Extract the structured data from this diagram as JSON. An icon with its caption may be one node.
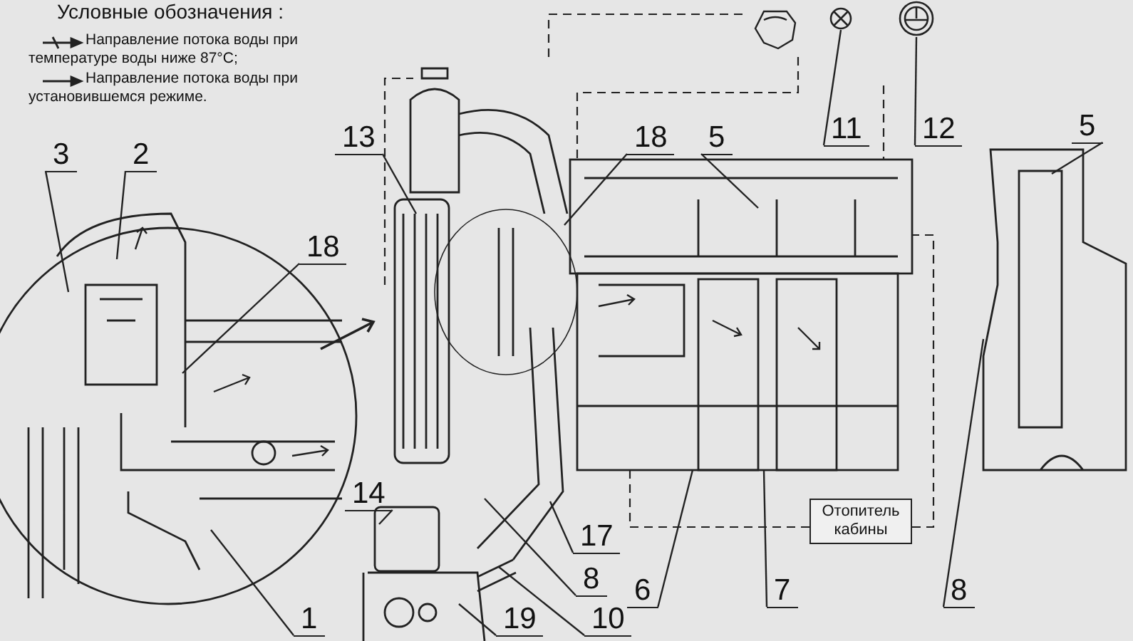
{
  "diagram": {
    "title": "Условные обозначения :",
    "nodes": [
      {
        "text": [
          "3"
        ]
      },
      {
        "text": [
          "2"
        ]
      },
      {
        "text": [
          "18"
        ]
      },
      {
        "text": [
          "13"
        ]
      },
      {
        "text": [
          "18"
        ]
      },
      {
        "text": [
          "5"
        ]
      },
      {
        "text": [
          "11"
        ]
      },
      {
        "text": [
          "12"
        ]
      },
      {
        "text": [
          "5"
        ]
      },
      {
        "text": [
          "14"
        ]
      },
      {
        "text": [
          "17"
        ]
      },
      {
        "text": [
          "8"
        ]
      },
      {
        "text": [
          "6"
        ]
      },
      {
        "text": [
          "7"
        ]
      },
      {
        "text": [
          "8"
        ]
      },
      {
        "text": [
          "1"
        ]
      },
      {
        "text": [
          "19"
        ]
      },
      {
        "text": [
          "10"
        ]
      },
      {
        "text": [
          "Отопитель кабины"
        ]
      },
      {
        "text": [],
        "shape": "picture"
      },
      {
        "text": [],
        "shape": "picture"
      }
    ],
    "edges": [
      {
        "from": 0,
        "to": null,
        "arrow": "none"
      },
      {
        "from": 1,
        "to": null,
        "arrow": "none"
      },
      {
        "from": 2,
        "to": null,
        "arrow": "none"
      },
      {
        "from": 3,
        "to": null,
        "arrow": "none"
      },
      {
        "from": 4,
        "to": null,
        "arrow": "none"
      },
      {
        "from": 5,
        "to": null,
        "arrow": "none"
      },
      {
        "from": 6,
        "to": 19,
        "arrow": "none"
      },
      {
        "from": 7,
        "to": 20,
        "arrow": "none"
      },
      {
        "from": 8,
        "to": null,
        "arrow": "none"
      },
      {
        "from": 9,
        "to": null,
        "arrow": "none"
      },
      {
        "from": 10,
        "to": null,
        "arrow": "none"
      },
      {
        "from": 11,
        "to": null,
        "arrow": "none"
      },
      {
        "from": 12,
        "to": null,
        "arrow": "none"
      },
      {
        "from": 13,
        "to": null,
        "arrow": "none"
      },
      {
        "from": 14,
        "to": null,
        "arrow": "none"
      },
      {
        "from": 15,
        "to": null,
        "arrow": "none"
      },
      {
        "from": 16,
        "to": null,
        "arrow": "none"
      },
      {
        "from": 17,
        "to": null,
        "arrow": "none"
      }
    ],
    "legend": [
      {
        "text": "Направление потока воды при температуре воды ниже 87°С;"
      },
      {
        "text": "Направление потока воды при установившемся режиме."
      }
    ]
  }
}
